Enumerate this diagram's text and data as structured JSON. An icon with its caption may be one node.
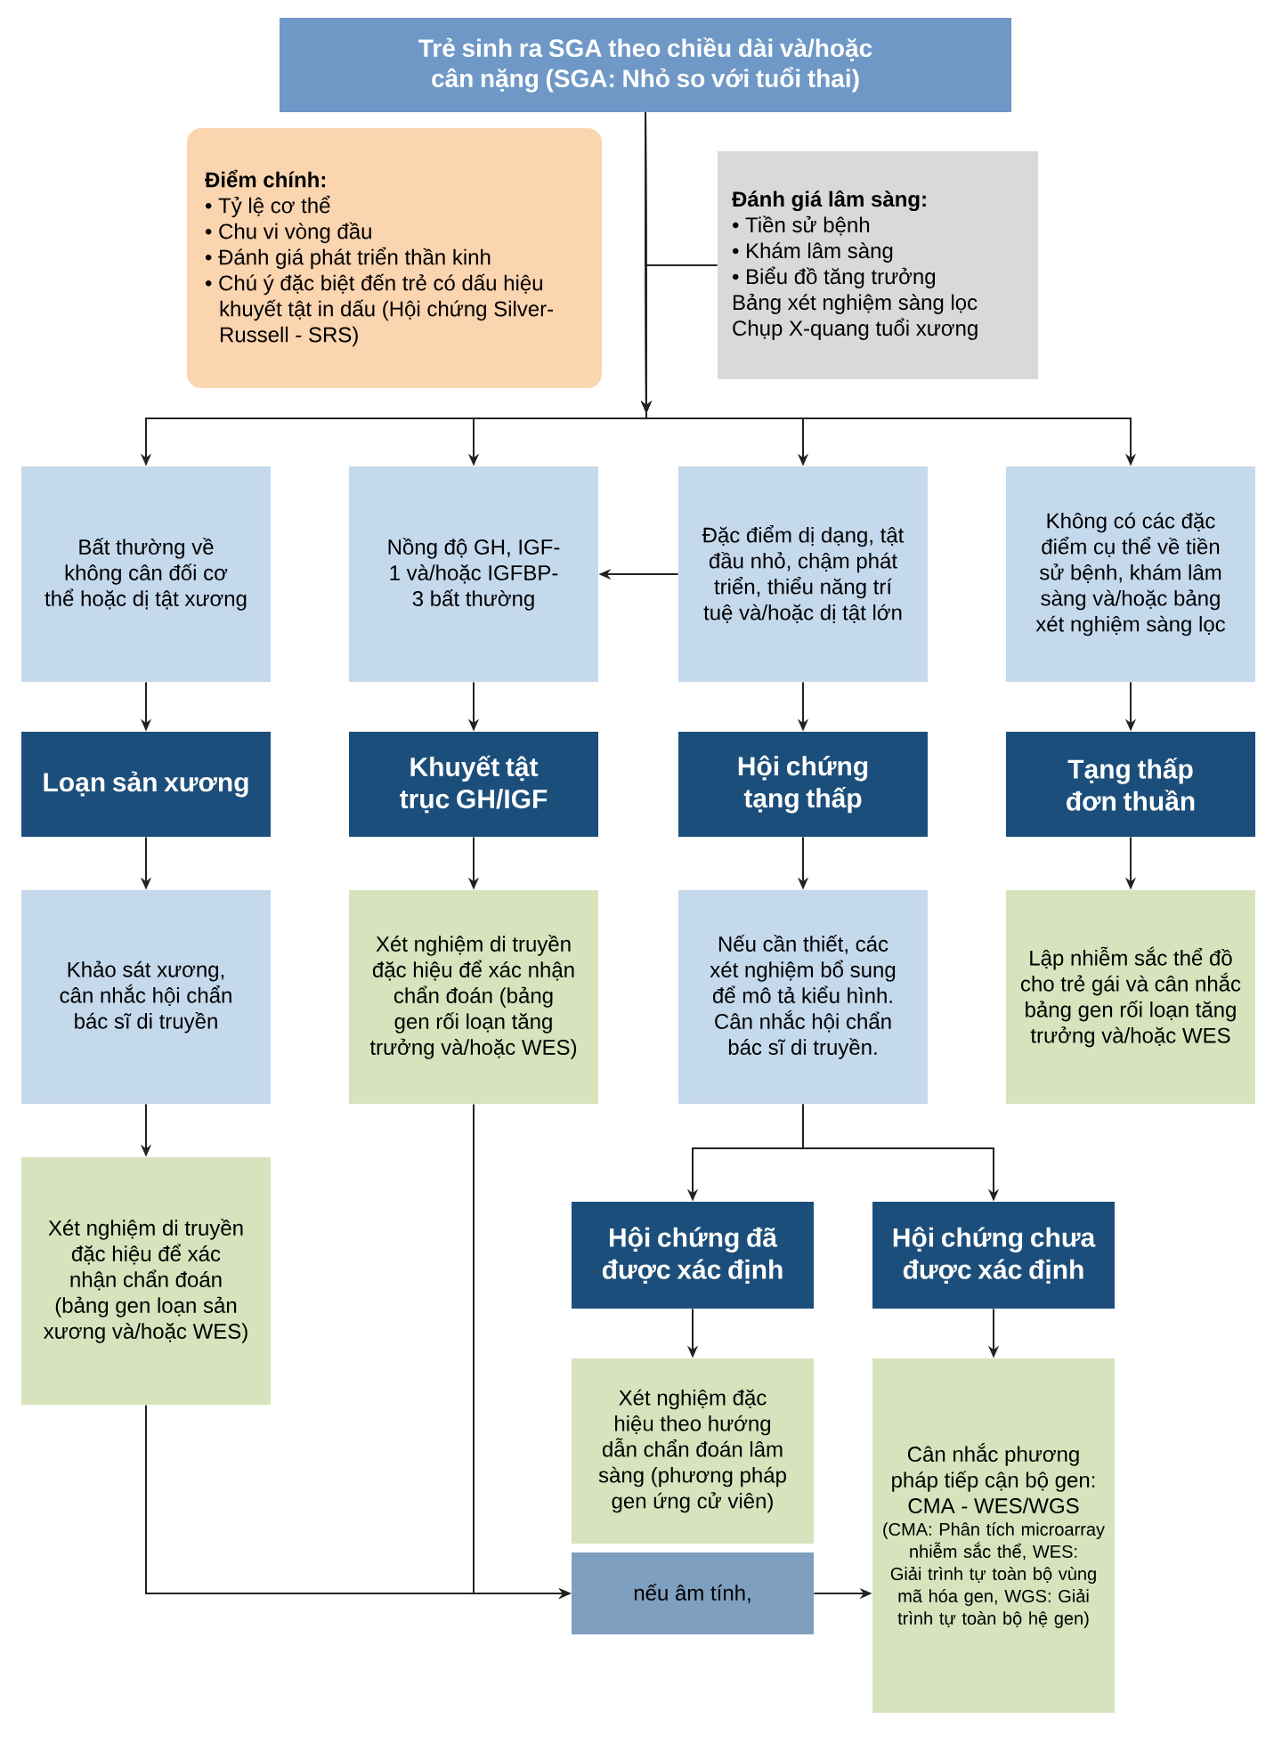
{
  "diagram": {
    "nodes": [
      {
        "text": [
          "Trẻ sinh ra SGA theo chiều dài và/hoặc cân nặng (SGA: Nhỏ so với tuổi thai)"
        ]
      },
      {
        "text": [
          "Điểm chính:",
          "• Tỷ lệ cơ thể",
          "• Chu vi vòng đầu",
          "• Đánh giá phát triển thần kinh",
          "• Chú ý đặc biệt đến trẻ có dấu hiệu khuyết tật in dấu (Hội chứng Silver-Russell - SRS)"
        ]
      },
      {
        "text": [
          "Đánh giá lâm sàng:",
          "• Tiền sử bệnh",
          "• Khám lâm sàng",
          "• Biểu đồ tăng trưởng",
          "Bảng xét nghiệm sàng lọc",
          "Chụp X-quang tuổi xương"
        ]
      },
      {
        "text": [
          "Bất thường về không cân đối cơ thể hoặc dị tật xương"
        ]
      },
      {
        "text": [
          "Nồng độ GH, IGF-1 và/hoặc IGFBP-3 bất thường"
        ]
      },
      {
        "text": [
          "Đặc điểm dị dạng, tật đầu nhỏ, chậm phát triển, thiểu năng trí tuệ và/hoặc dị tật lớn"
        ]
      },
      {
        "text": [
          "Không có các đặc điểm cụ thể về tiền sử bệnh, khám lâm sàng và/hoặc bảng xét nghiệm sàng lọc"
        ]
      },
      {
        "text": [
          "Loạn sản xương"
        ]
      },
      {
        "text": [
          "Khuyết tật trục GH/IGF"
        ]
      },
      {
        "text": [
          "Hội chứng tạng thấp"
        ]
      },
      {
        "text": [
          "Tạng thấp đơn thuần"
        ]
      },
      {
        "text": [
          "Khảo sát xương, cân nhắc hội chẩn bác sĩ di truyền"
        ]
      },
      {
        "text": [
          "Xét nghiệm di truyền đặc hiệu để xác nhận chẩn đoán (bảng gen rối loạn tăng trưởng và/hoặc WES)"
        ]
      },
      {
        "text": [
          "Nếu cần thiết, các xét nghiệm bổ sung để mô tả kiểu hình. Cân nhắc hội chẩn bác sĩ di truyền."
        ]
      },
      {
        "text": [
          "Lập nhiễm sắc thể đồ cho trẻ gái và cân nhắc bảng gen rối loạn tăng trưởng và/hoặc WES"
        ]
      },
      {
        "text": [
          "Xét nghiệm di truyền đặc hiệu để xác nhận chẩn đoán (bảng gen loạn sản xương và/hoặc WES)"
        ]
      },
      {
        "text": [
          "Hội chứng đã được xác định"
        ]
      },
      {
        "text": [
          "Hội chứng chưa được xác định"
        ]
      },
      {
        "text": [
          "Xét nghiệm đặc hiệu theo hướng dẫn chẩn đoán lâm sàng (phương pháp gen ứng cử viên)"
        ]
      },
      {
        "text": [
          "Cân nhắc phương pháp tiếp cận bộ gen: CMA - WES/WGS",
          "(CMA: Phân tích microarray nhiễm sắc thể, WES: Giải trình tự toàn bộ vùng mã hóa gen, WGS: Giải trình tự toàn bộ hệ gen)"
        ]
      },
      {
        "text": [
          "nếu âm tính,"
        ]
      }
    ],
    "edges": [
      {
        "from": 2,
        "to": 0,
        "arrow": "none"
      },
      {
        "from": 0,
        "to": 3,
        "arrow": "to"
      },
      {
        "from": 0,
        "to": 4,
        "arrow": "to"
      },
      {
        "from": 0,
        "to": 5,
        "arrow": "to"
      },
      {
        "from": 0,
        "to": 6,
        "arrow": "to"
      },
      {
        "from": 5,
        "to": 4,
        "arrow": "to"
      },
      {
        "from": 3,
        "to": 7,
        "arrow": "to"
      },
      {
        "from": 4,
        "to": 8,
        "arrow": "to"
      },
      {
        "from": 5,
        "to": 9,
        "arrow": "to"
      },
      {
        "from": 6,
        "to": 10,
        "arrow": "to"
      },
      {
        "from": 7,
        "to": 11,
        "arrow": "to"
      },
      {
        "from": 8,
        "to": 12,
        "arrow": "to"
      },
      {
        "from": 9,
        "to": 13,
        "arrow": "to"
      },
      {
        "from": 10,
        "to": 14,
        "arrow": "to"
      },
      {
        "from": 11,
        "to": 15,
        "arrow": "to"
      },
      {
        "from": 13,
        "to": 16,
        "arrow": "to"
      },
      {
        "from": 13,
        "to": 17,
        "arrow": "to"
      },
      {
        "from": 16,
        "to": 18,
        "arrow": "to"
      },
      {
        "from": 17,
        "to": 19,
        "arrow": "to"
      },
      {
        "from": 15,
        "to": 20,
        "arrow": "to"
      },
      {
        "from": 12,
        "to": 20,
        "arrow": "to"
      },
      {
        "from": 20,
        "to": 19,
        "arrow": "to"
      }
    ]
  }
}
